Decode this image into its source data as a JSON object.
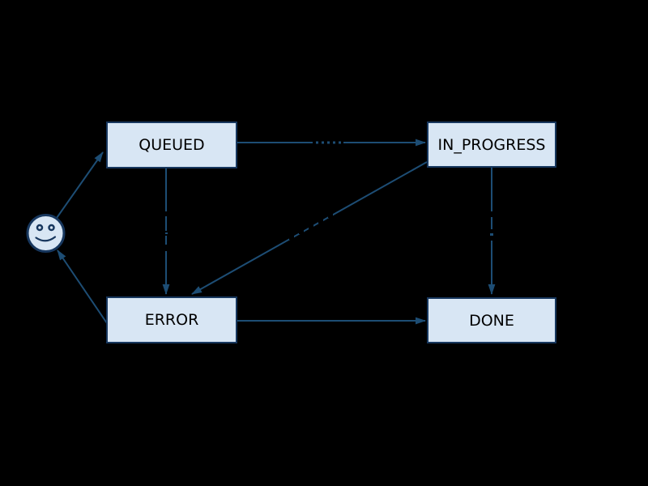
{
  "diagram": {
    "type": "state-machine",
    "background_color": "#000000",
    "colors": {
      "background": "#000000",
      "node_fill": "#d8e6f4",
      "node_border": "#17375e",
      "node_text": "#000000",
      "edge": "#1d4d74"
    },
    "start_marker": {
      "icon": "smiley-face-icon",
      "description": "smiley face start-state marker"
    },
    "nodes": [
      {
        "id": "queued",
        "label": "QUEUED"
      },
      {
        "id": "in_progress",
        "label": "IN_PROGRESS"
      },
      {
        "id": "error",
        "label": "ERROR"
      },
      {
        "id": "done",
        "label": "DONE"
      }
    ],
    "edges": [
      {
        "from": "start",
        "to": "queued"
      },
      {
        "from": "queued",
        "to": "in_progress"
      },
      {
        "from": "queued",
        "to": "error"
      },
      {
        "from": "in_progress",
        "to": "error"
      },
      {
        "from": "in_progress",
        "to": "done"
      },
      {
        "from": "error",
        "to": "done"
      },
      {
        "from": "error",
        "to": "start"
      }
    ]
  }
}
